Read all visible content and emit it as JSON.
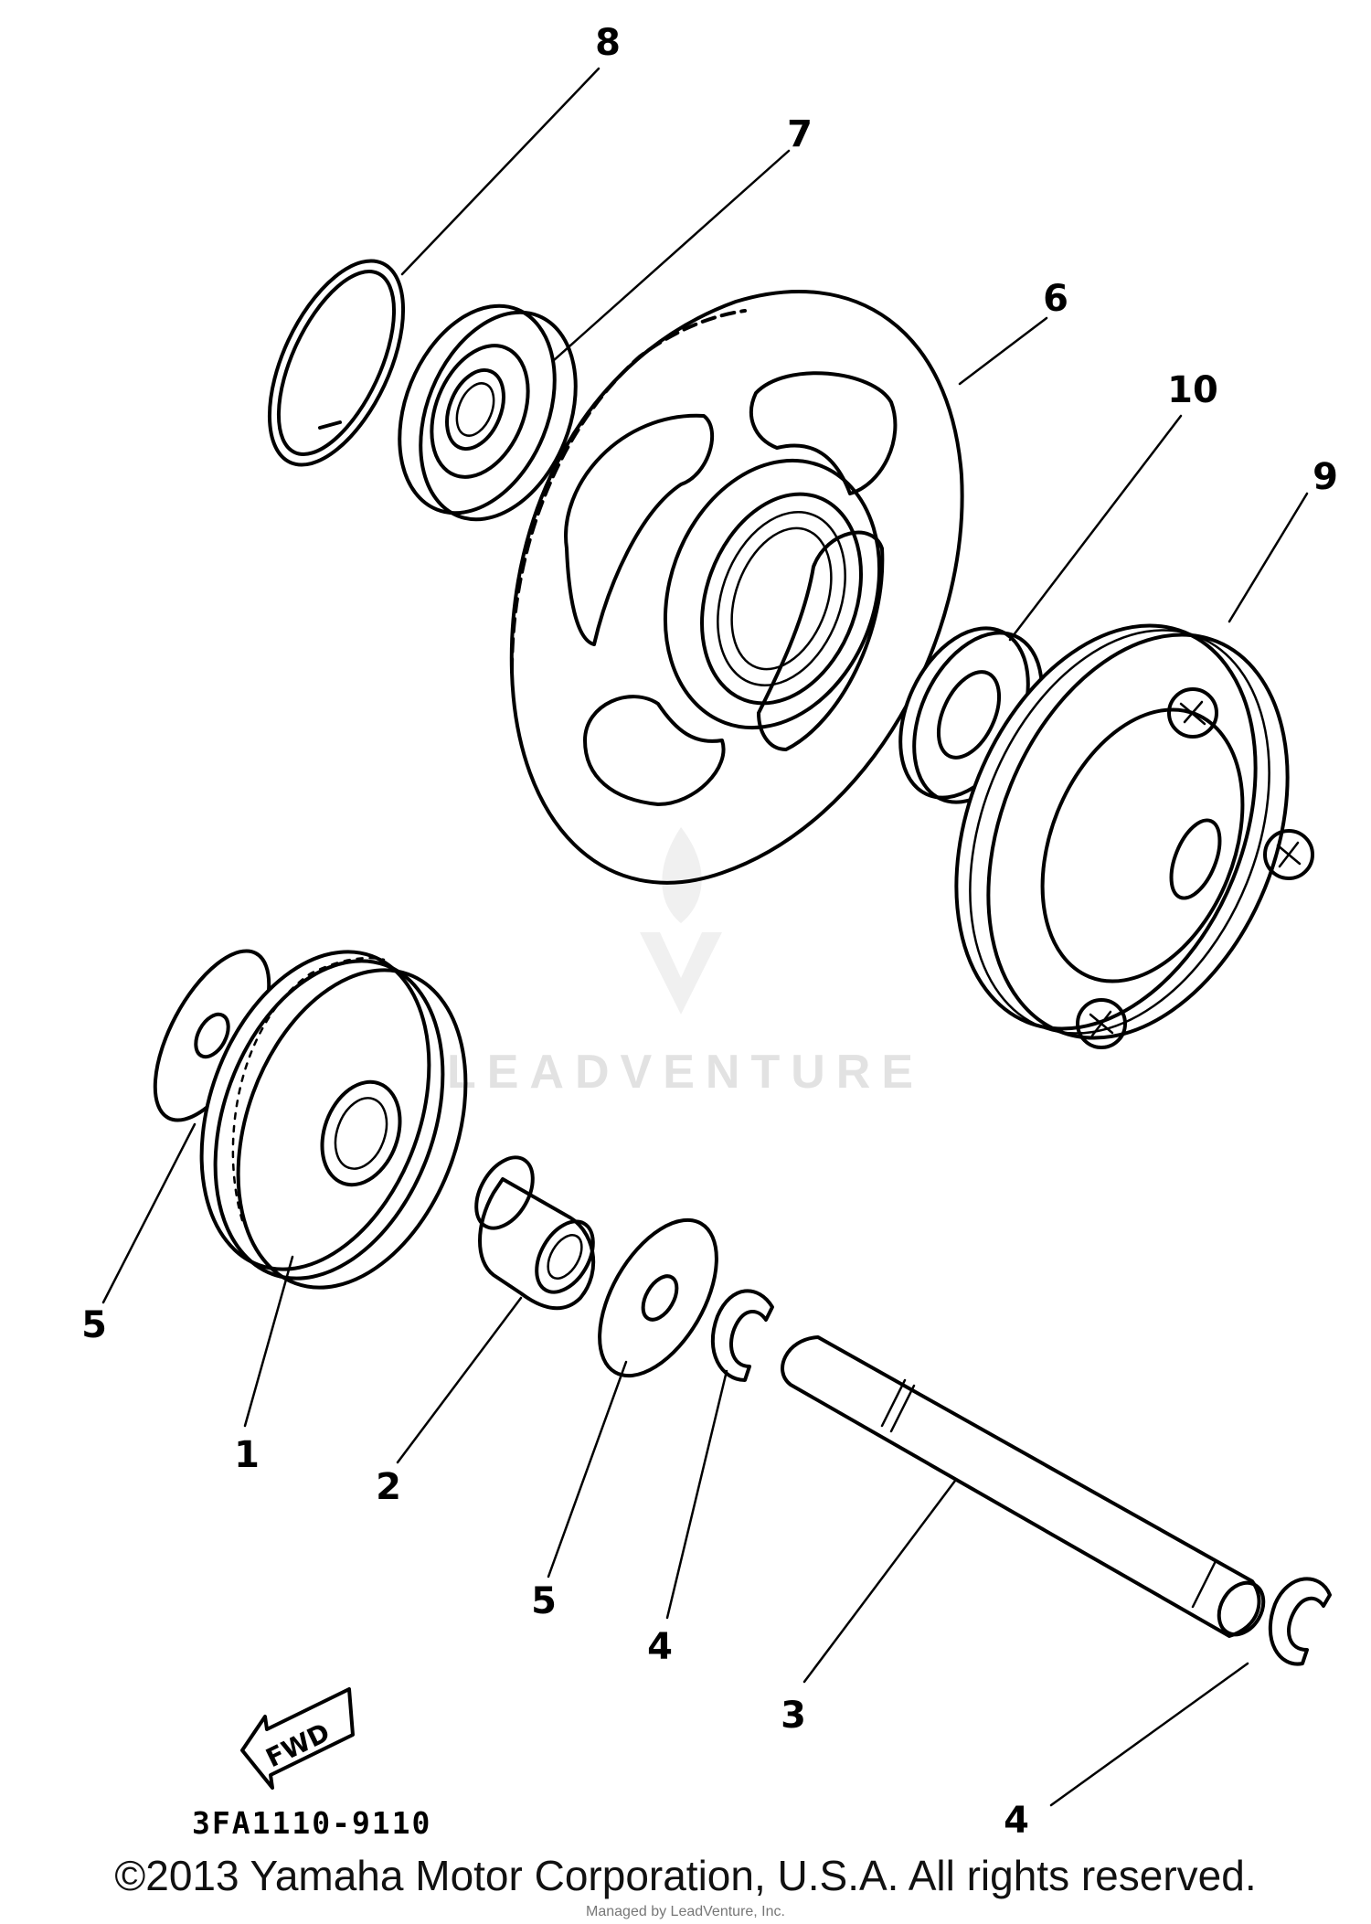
{
  "diagram": {
    "callouts": {
      "c8": "8",
      "c7": "7",
      "c6": "6",
      "c10": "10",
      "c9": "9",
      "c5a": "5",
      "c1": "1",
      "c2": "2",
      "c5b": "5",
      "c4a": "4",
      "c3": "3",
      "c4b": "4"
    },
    "fwd_label": "FWD",
    "diagram_code": "3FA1110-9110"
  },
  "watermark": {
    "text": "LEADVENTURE"
  },
  "footer": {
    "copyright": "©2013 Yamaha Motor Corporation, U.S.A. All rights reserved.",
    "credit": "Managed by LeadVenture, Inc."
  }
}
